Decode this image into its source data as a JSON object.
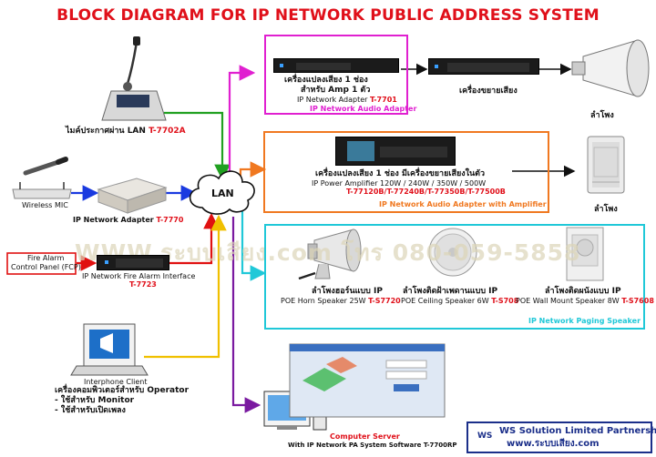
{
  "title": "BLOCK DIAGRAM FOR  IP NETWORK PUBLIC ADDRESS SYSTEM",
  "hub": {
    "label": "LAN"
  },
  "mic": {
    "label": "ไมค์ประกาศผ่าน LAN ",
    "model": "T-7702A"
  },
  "wireless": {
    "label": "Wireless MIC"
  },
  "adapter7770": {
    "label": "IP Network Adapter ",
    "model": "T-7770"
  },
  "fire": {
    "fcp_line1": "Fire Alarm",
    "fcp_line2": "Control Panel (FCP)",
    "interface": "IP Network Fire Alarm Interface",
    "model": "T-7723"
  },
  "client": {
    "label": "Interphone Client",
    "line1": "เครื่องคอมพิวเตอร์สำหรับ Operator",
    "line2": "- ใช้สำหรับ Monitor",
    "line3": "- ใช้สำหรับเปิดเพลง"
  },
  "audio_adapter": {
    "line1": "เครื่องแปลงเสียง 1 ช่อง",
    "line2": "สำหรับ Amp 1 ตัว",
    "line3": "IP Network Adapter ",
    "model": "T-7701",
    "box_title": "IP Network Audio Adapter",
    "amp_label": "เครื่องขยายเสียง",
    "speaker_label": "ลำโพง"
  },
  "amp_adapter": {
    "line1": "เครื่องแปลงเสียง 1 ช่อง มีเครื่องขยายเสียงในตัว",
    "line2": "IP Power Amplifier 120W   /   240W   /   350W   /   500W",
    "models": "T-77120B/T-77240B/T-77350B/T-77500B",
    "box_title": "IP Network Audio Adapter with Amplifier",
    "speaker_label": "ลำโพง"
  },
  "paging": {
    "box_title": "IP Network Paging Speaker",
    "horn": {
      "thai": "ลำโพงฮอร์นแบบ IP",
      "desc": "POE Horn Speaker 25W ",
      "model": "T-S7720"
    },
    "ceiling": {
      "thai": "ลำโพงติดฝ้าเพดานแบบ IP",
      "desc": "POE Ceiling Speaker 6W  ",
      "model": "T-S708"
    },
    "wall": {
      "thai": "ลำโพงติดผนังแบบ IP",
      "desc": "POE Wall Mount Speaker 8W ",
      "model": "T-S7608"
    }
  },
  "server": {
    "line1": "Computer Server",
    "line2": "With IP Network PA System Software T-7700RP"
  },
  "watermark": "WWW.ระบบเสียง.com โทร 080-059-5858",
  "badge": {
    "company": "WS Solution Limited Partnership",
    "web": "www.ระบบเสียง.com",
    "logo": "WS"
  },
  "colors": {
    "title": "#e0101a",
    "magenta": "#e020d0",
    "orange": "#f07820",
    "cyan": "#20c8d8",
    "green": "#20a020",
    "blue": "#1a3ae0",
    "red": "#e01010",
    "yellow": "#f0c000",
    "purple": "#7a1aa0"
  }
}
